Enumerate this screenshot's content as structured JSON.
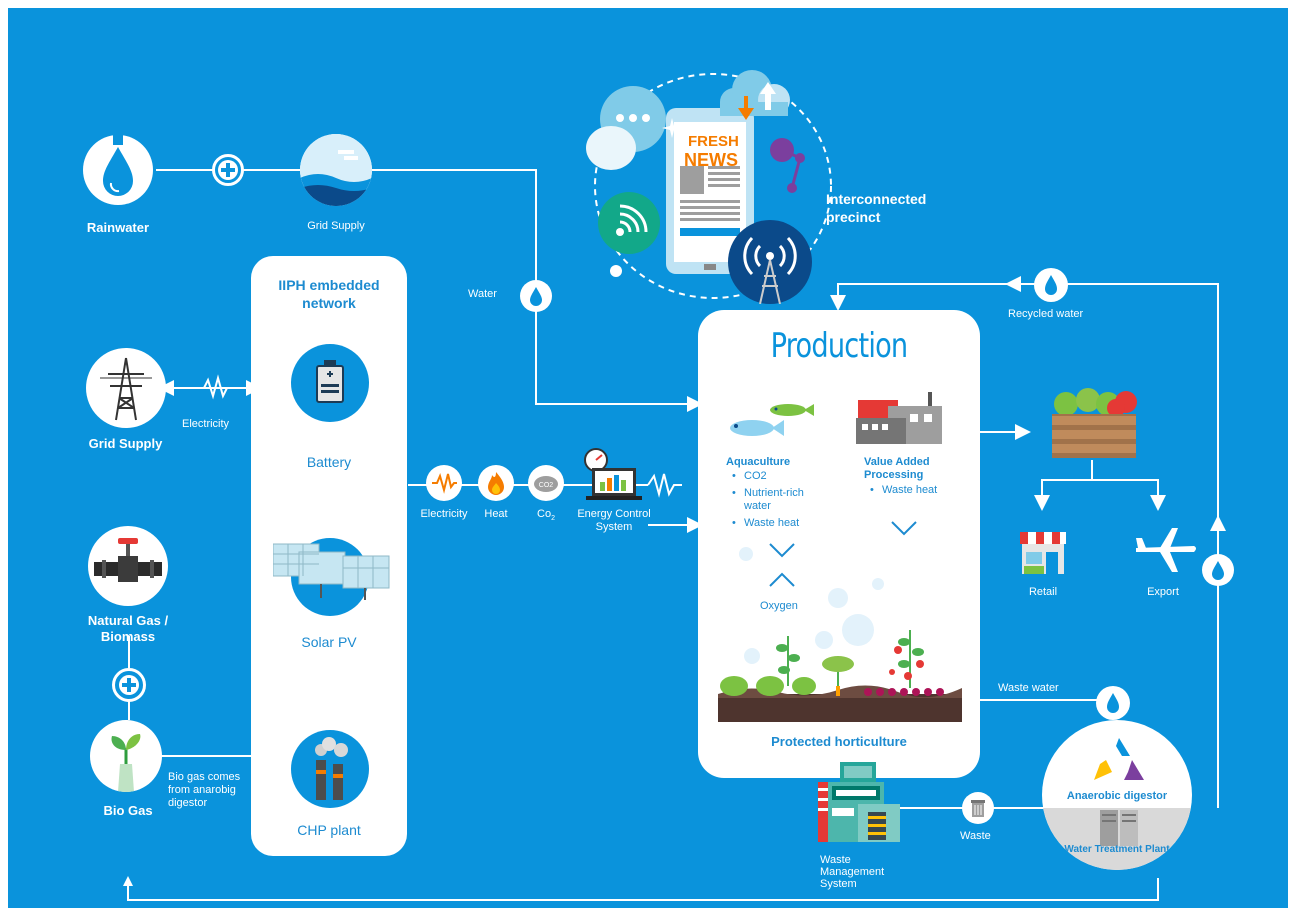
{
  "colors": {
    "background": "#0a93dc",
    "panel": "#ffffff",
    "accent_text": "#1d8bd0",
    "arrow": "#ffffff"
  },
  "nodes": {
    "rainwater": "Rainwater",
    "grid_supply_water": "Grid Supply",
    "water": "Water",
    "grid_supply_power": "Grid Supply",
    "electricity_link": "Electricity",
    "natural_gas": "Natural Gas / Biomass",
    "bio_gas": "Bio Gas",
    "bio_gas_note": "Bio gas comes from anarobig digestor",
    "interconnected": "Interconnected precinct",
    "recycled_water": "Recycled water",
    "waste_water": "Waste water",
    "waste": "Waste",
    "waste_management": "Waste Management System",
    "anaerobic": "Anaerobic digestor",
    "water_treatment": "Water Treatment Plant",
    "retail": "Retail",
    "export": "Export",
    "energy_control": "Energy Control System"
  },
  "energy_flow": {
    "electricity": "Electricity",
    "heat": "Heat",
    "co2_main": "Co",
    "co2_sub": "2"
  },
  "iiph": {
    "title": "IIPH embedded network",
    "items": [
      "Battery",
      "Solar PV",
      "CHP plant"
    ]
  },
  "production": {
    "title": "Production",
    "aquaculture": {
      "title": "Aquaculture",
      "items": [
        "CO2",
        "Nutrient-rich water",
        "Waste heat"
      ]
    },
    "value_added": {
      "title": "Value Added Processing",
      "items": [
        "Waste heat"
      ]
    },
    "oxygen": "Oxygen",
    "footer": "Protected horticulture"
  },
  "icons": {
    "news_banner_top": "FRESH",
    "news_banner_bottom": "NEWS"
  }
}
